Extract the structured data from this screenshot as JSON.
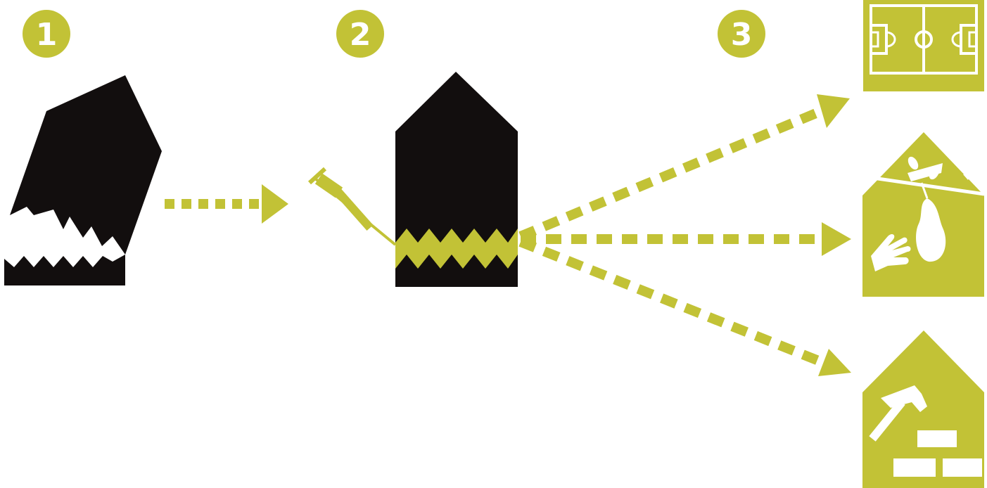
{
  "colors": {
    "accent": "#c2c236",
    "ink": "#120e0e",
    "background": "#ffffff"
  },
  "steps": [
    {
      "number": "1"
    },
    {
      "number": "2"
    },
    {
      "number": "3"
    }
  ],
  "icons": {
    "broken_building": "broken-building-icon",
    "syringe": "syringe-icon",
    "repaired_building": "repaired-building-icon",
    "football_pitch": "football-pitch-icon",
    "garden_house": "garden-house-icon",
    "workshop_house": "workshop-house-icon"
  }
}
